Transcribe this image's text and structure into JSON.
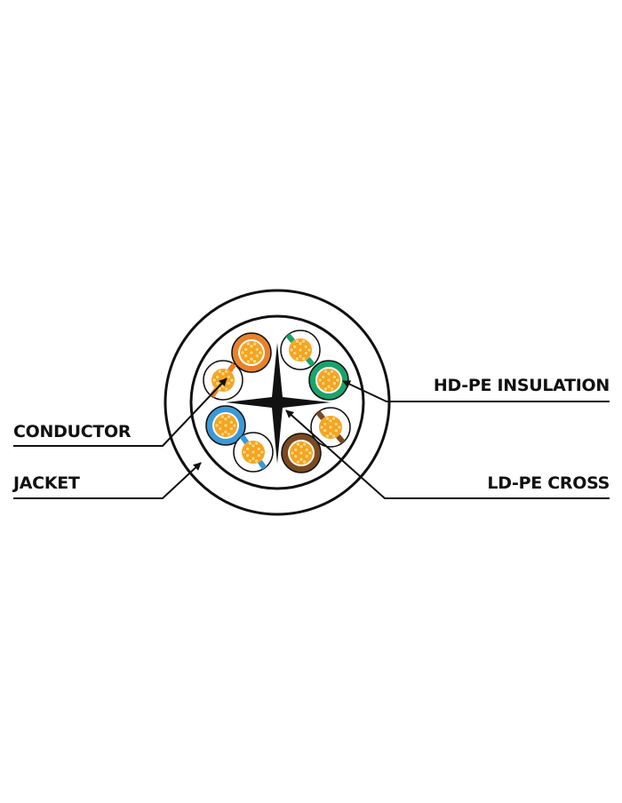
{
  "labels": {
    "conductor": "CONDUCTOR",
    "jacket": "JACKET",
    "insulation": "HD-PE INSULATION",
    "cross": "LD-PE CROSS"
  },
  "colors": {
    "line": "#111111",
    "copper": "#f5a623",
    "strand": "#ffd670",
    "orange": "#e8822a",
    "green": "#1aa36b",
    "blue": "#3b99d8",
    "brown": "#7b4a21"
  }
}
